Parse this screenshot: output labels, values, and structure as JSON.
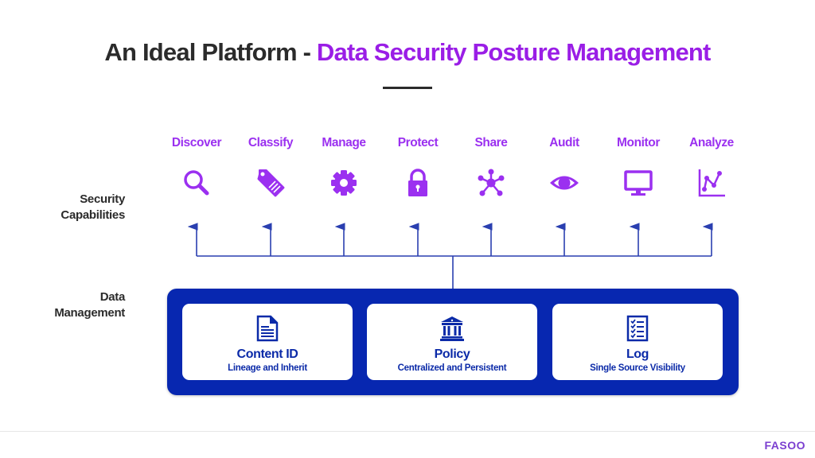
{
  "title": {
    "prefix": "An Ideal Platform - ",
    "highlight": "Data Security Posture Management"
  },
  "row_labels": {
    "security_capabilities": [
      "Security",
      "Capabilities"
    ],
    "data_management": [
      "Data",
      "Management"
    ]
  },
  "capabilities": [
    {
      "label": "Discover",
      "icon": "magnifier-icon"
    },
    {
      "label": "Classify",
      "icon": "tag-icon"
    },
    {
      "label": "Manage",
      "icon": "gear-icon"
    },
    {
      "label": "Protect",
      "icon": "lock-icon"
    },
    {
      "label": "Share",
      "icon": "network-hub-icon"
    },
    {
      "label": "Audit",
      "icon": "eye-icon"
    },
    {
      "label": "Monitor",
      "icon": "monitor-icon"
    },
    {
      "label": "Analyze",
      "icon": "line-chart-icon"
    }
  ],
  "data_management": [
    {
      "title": "Content ID",
      "subtitle": "Lineage and Inherit",
      "icon": "document-icon"
    },
    {
      "title": "Policy",
      "subtitle": "Centralized and Persistent",
      "icon": "institution-icon"
    },
    {
      "title": "Log",
      "subtitle": "Single Source Visibility",
      "icon": "checklist-icon"
    }
  ],
  "colors": {
    "accent_purple": "#9b30f0",
    "title_purple": "#9a1ee6",
    "panel_blue": "#0727b0",
    "connector_blue": "#2a3fb0",
    "text_dark": "#2b2b2b"
  },
  "brand": "FASOO"
}
